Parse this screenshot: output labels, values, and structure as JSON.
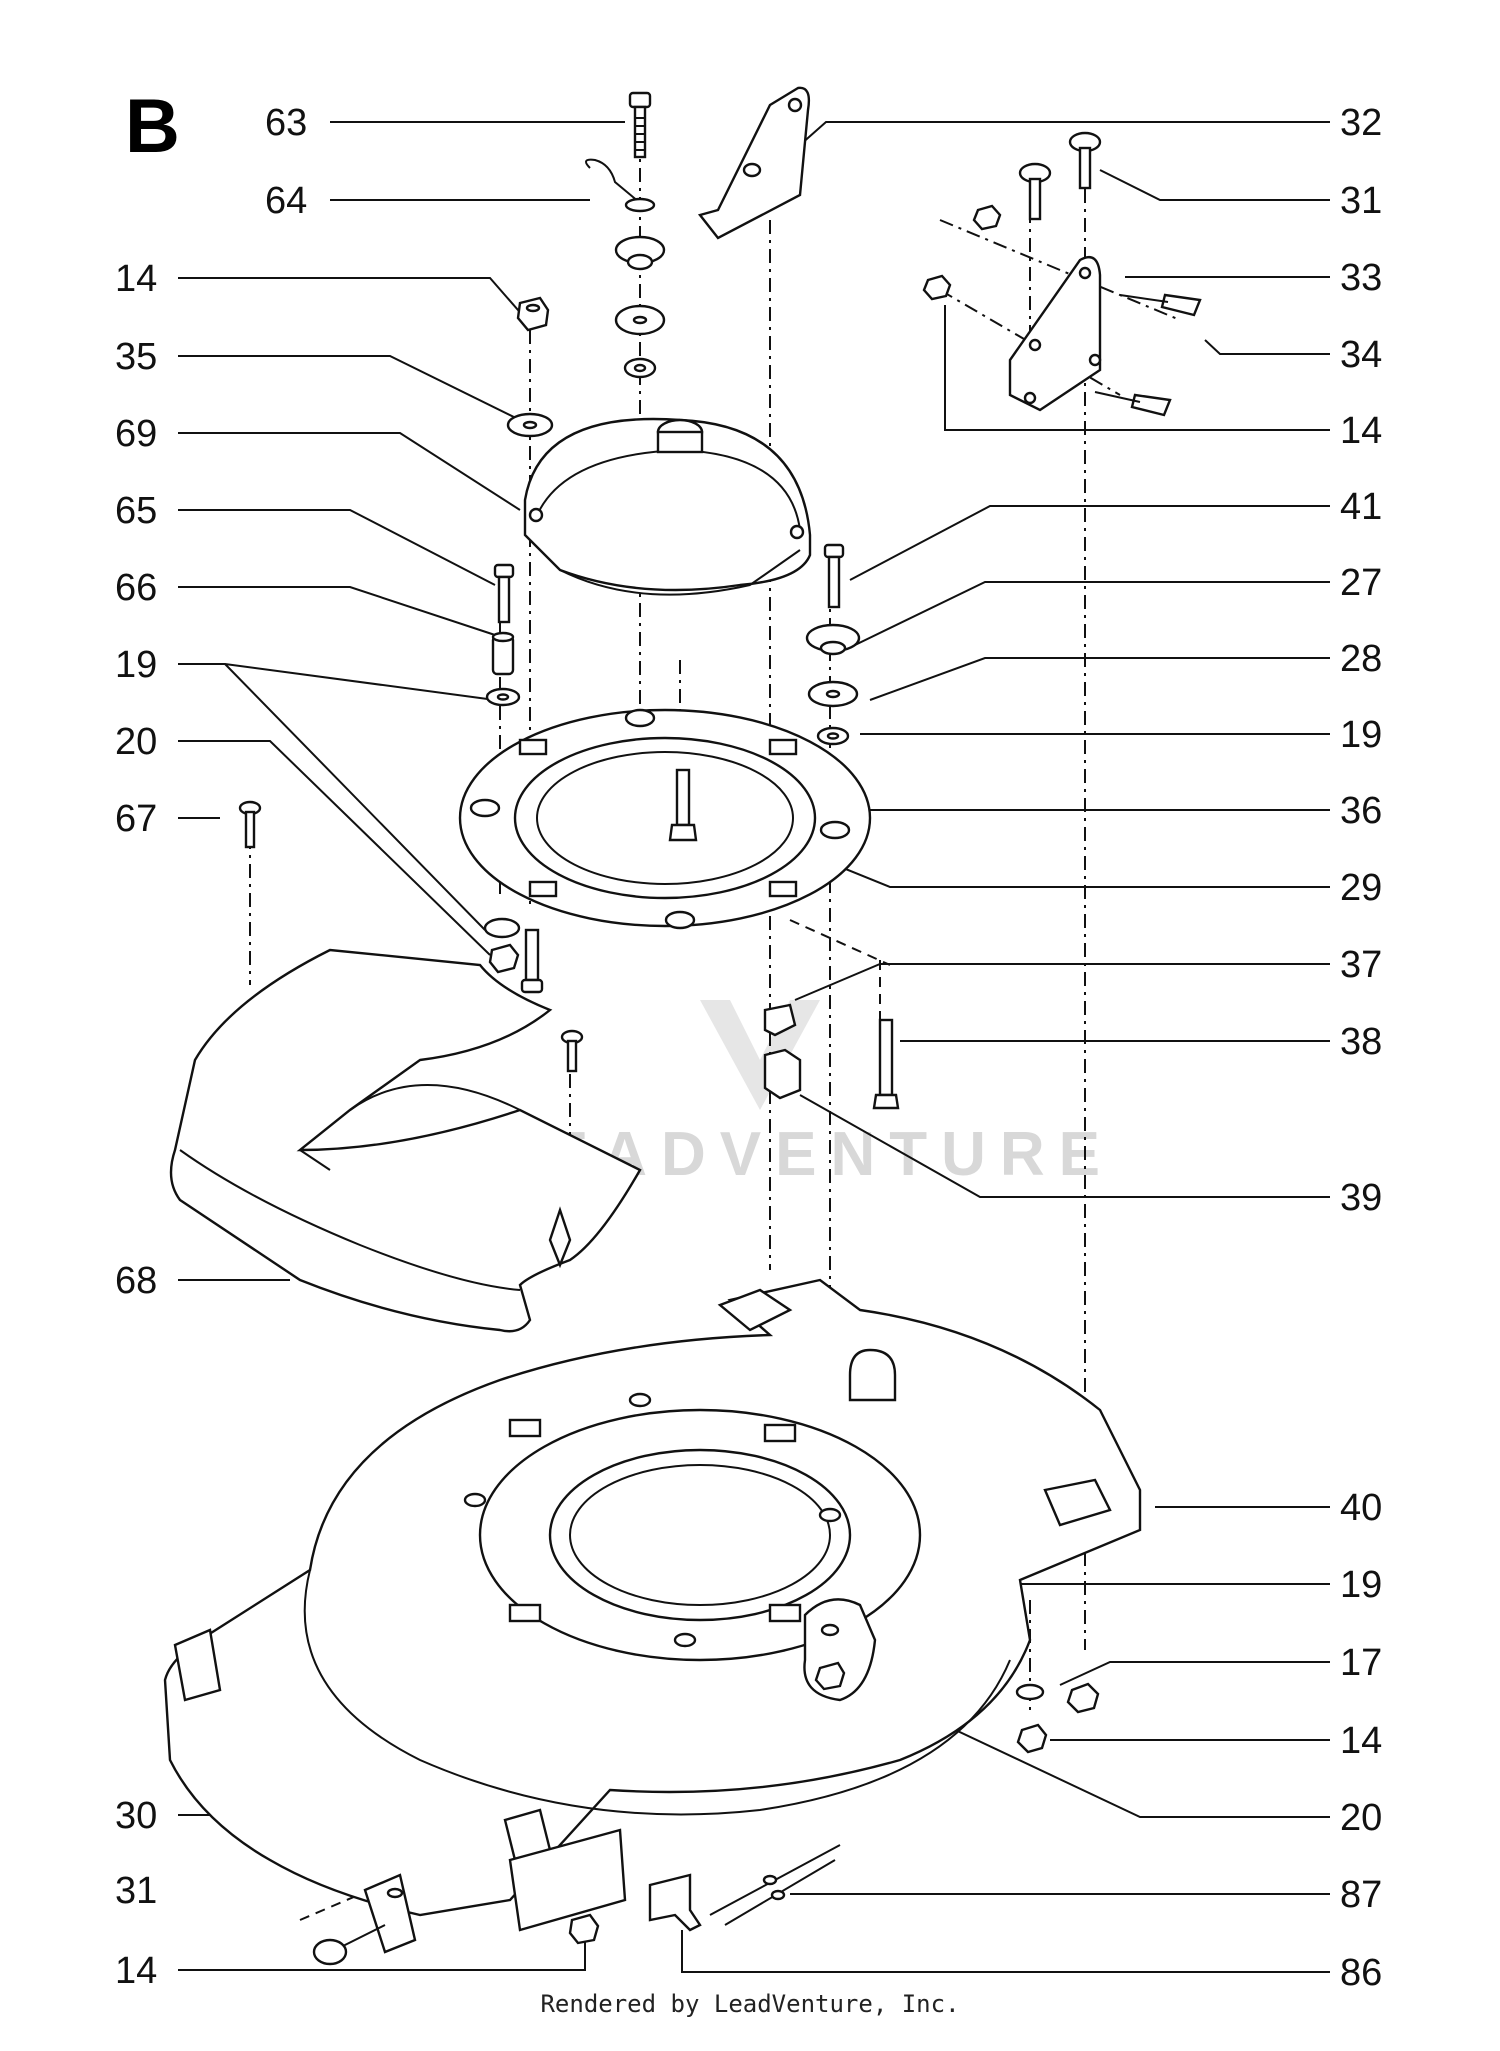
{
  "section": "B",
  "footer": "Rendered by LeadVenture, Inc.",
  "watermark": "LEADVENTURE",
  "callouts_left": [
    "63",
    "64",
    "14",
    "35",
    "69",
    "65",
    "66",
    "19",
    "20",
    "67",
    "68",
    "30",
    "31",
    "14"
  ],
  "callouts_right": [
    "32",
    "31",
    "33",
    "34",
    "14",
    "41",
    "27",
    "28",
    "19",
    "36",
    "29",
    "37",
    "38",
    "39",
    "40",
    "19",
    "17",
    "14",
    "20",
    "87",
    "86"
  ],
  "colors": {
    "ink": "#111111",
    "paper": "#ffffff",
    "watermark": "#d8d8d8"
  }
}
